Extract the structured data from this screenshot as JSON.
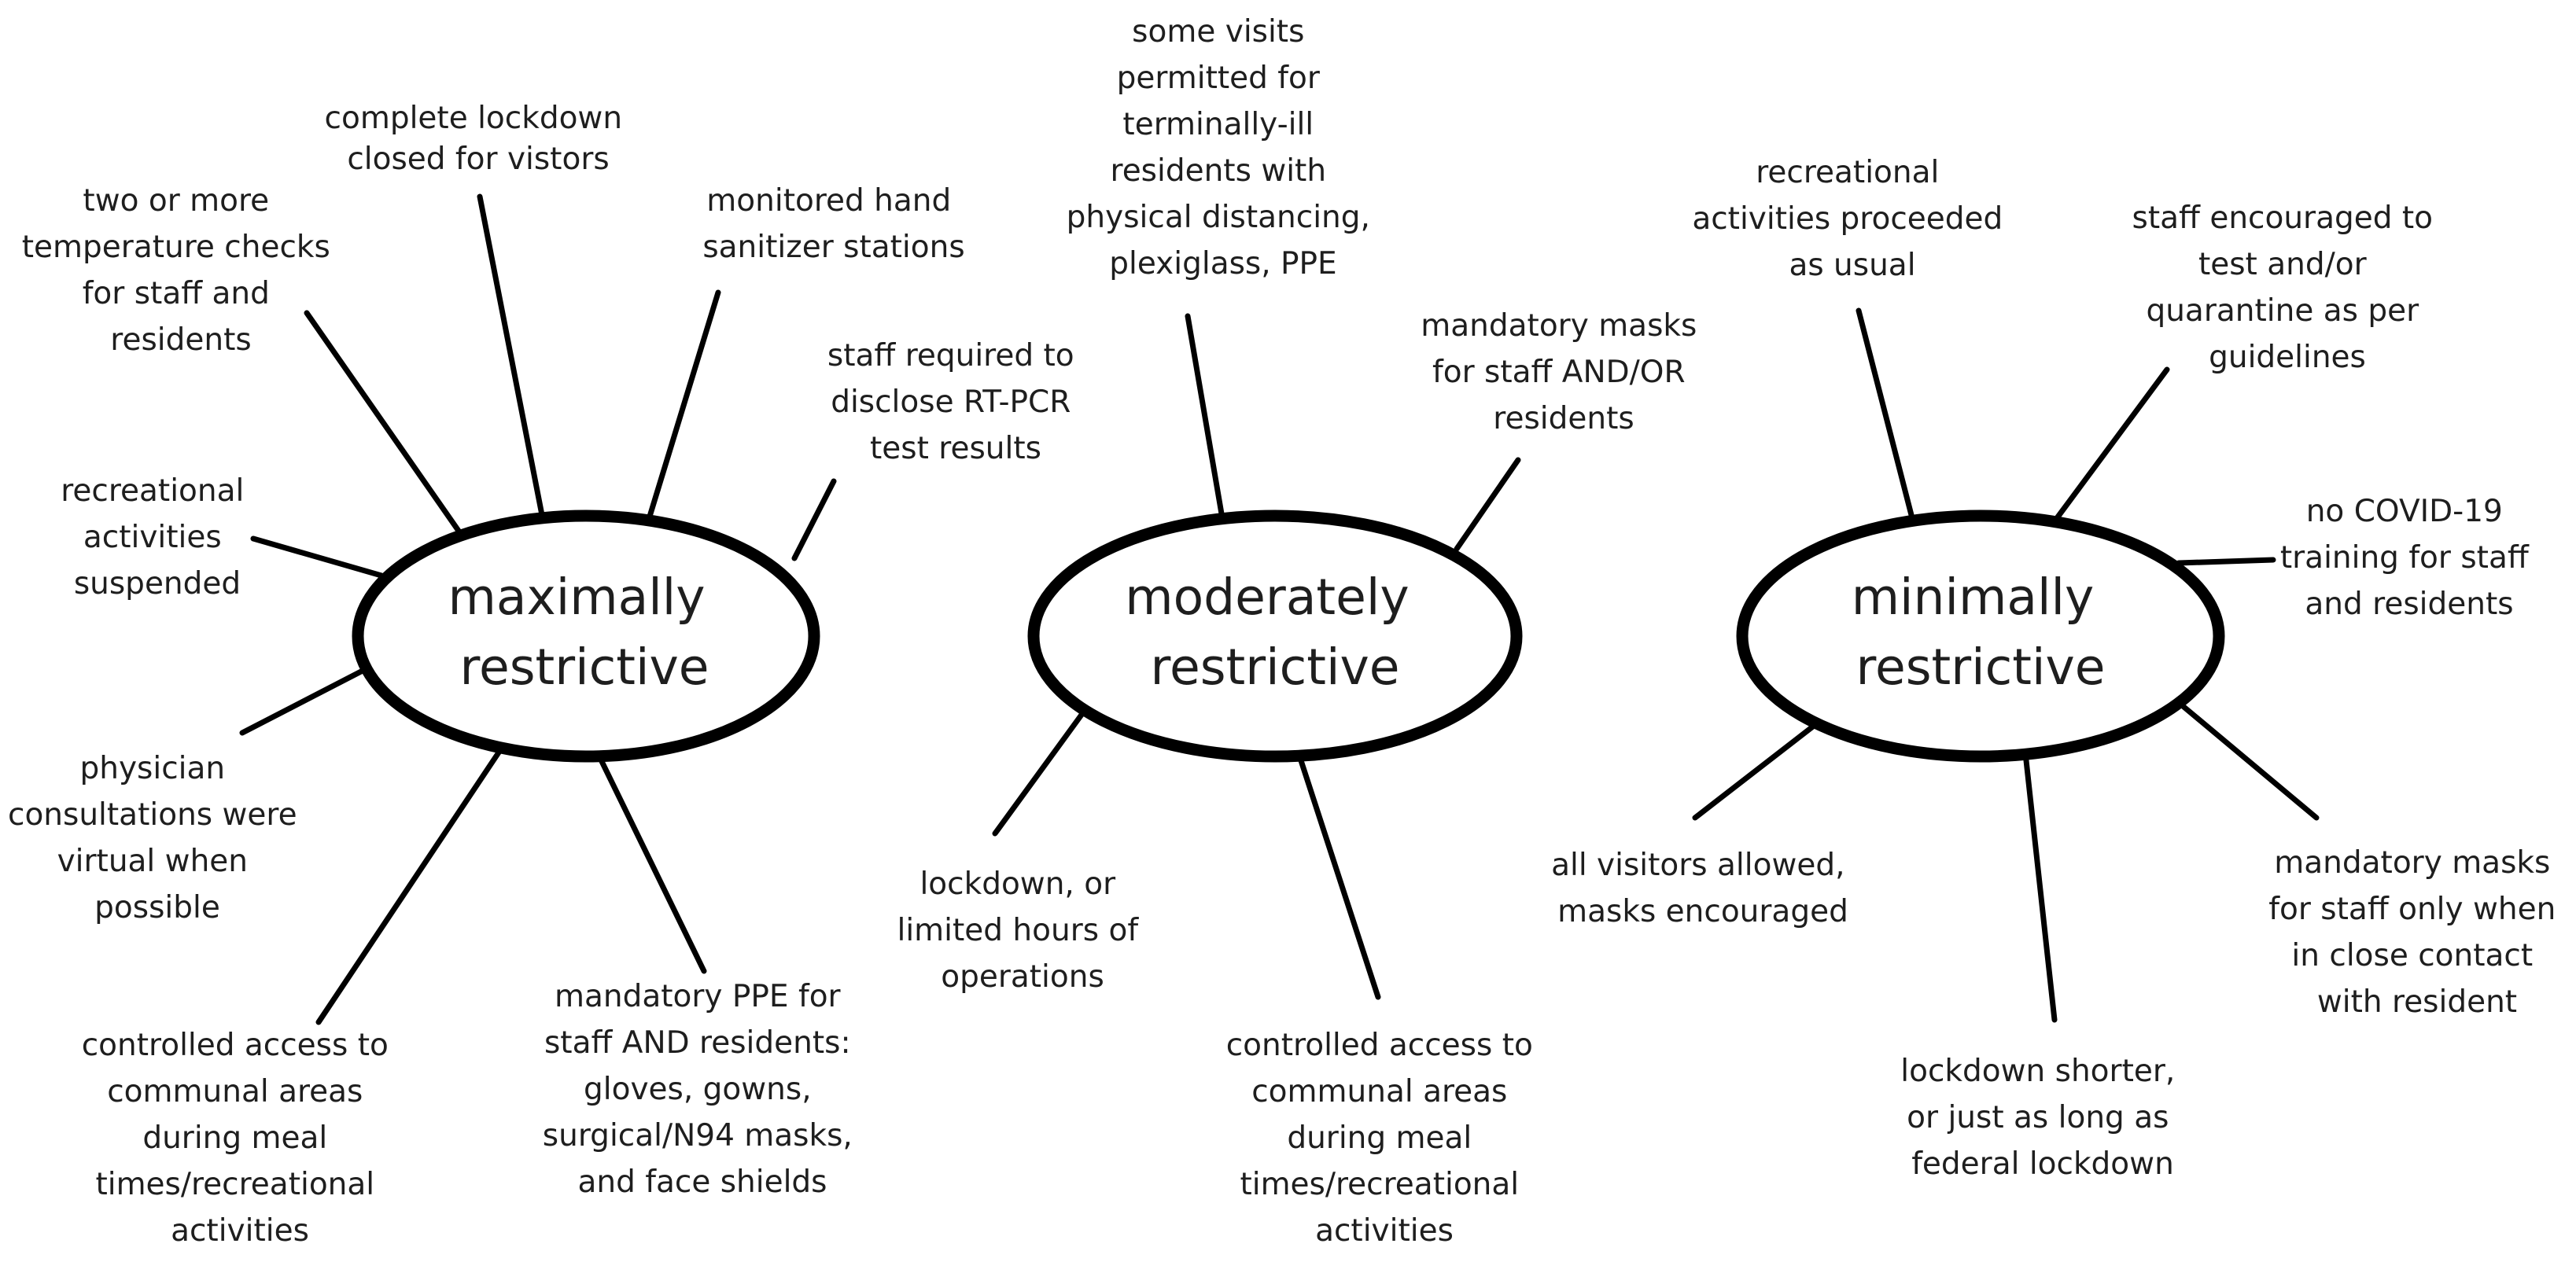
{
  "clusters": [
    {
      "center": {
        "line1": "maximally",
        "line2": "restrictive"
      },
      "branches": [
        {
          "lines": [
            "complete lockdown",
            "closed for vistors"
          ]
        },
        {
          "lines": [
            "two or more",
            "temperature checks",
            "for staff and",
            "residents"
          ]
        },
        {
          "lines": [
            "monitored hand",
            "sanitizer stations"
          ]
        },
        {
          "lines": [
            "staff required to",
            "disclose RT-PCR",
            "test results"
          ]
        },
        {
          "lines": [
            "recreational",
            "activities",
            "suspended"
          ]
        },
        {
          "lines": [
            "physician",
            "consultations were",
            "virtual when",
            "possible"
          ]
        },
        {
          "lines": [
            "controlled access to",
            "communal areas",
            "during meal",
            "times/recreational",
            "activities"
          ]
        },
        {
          "lines": [
            "mandatory PPE for",
            "staff AND residents:",
            "gloves, gowns,",
            "surgical/N94 masks,",
            "and face shields"
          ]
        }
      ]
    },
    {
      "center": {
        "line1": "moderately",
        "line2": "restrictive"
      },
      "branches": [
        {
          "lines": [
            "some visits",
            "permitted for",
            "terminally-ill",
            "residents with",
            "physical distancing,",
            "plexiglass, PPE"
          ]
        },
        {
          "lines": [
            "mandatory masks",
            "for staff AND/OR",
            "residents"
          ]
        },
        {
          "lines": [
            "lockdown, or",
            "limited hours of",
            "operations"
          ]
        },
        {
          "lines": [
            "controlled access to",
            "communal areas",
            "during meal",
            "times/recreational",
            "activities"
          ]
        }
      ]
    },
    {
      "center": {
        "line1": "minimally",
        "line2": "restrictive"
      },
      "branches": [
        {
          "lines": [
            "recreational",
            "activities proceeded",
            "as usual"
          ]
        },
        {
          "lines": [
            "staff encouraged to",
            "test and/or",
            "quarantine as per",
            "guidelines"
          ]
        },
        {
          "lines": [
            "no COVID-19",
            "training for staff",
            "and residents"
          ]
        },
        {
          "lines": [
            "all visitors allowed,",
            "masks encouraged"
          ]
        },
        {
          "lines": [
            "lockdown shorter,",
            "or just as long as",
            "federal lockdown"
          ]
        },
        {
          "lines": [
            "mandatory masks",
            "for staff only when",
            "in close contact",
            "with resident"
          ]
        }
      ]
    }
  ]
}
